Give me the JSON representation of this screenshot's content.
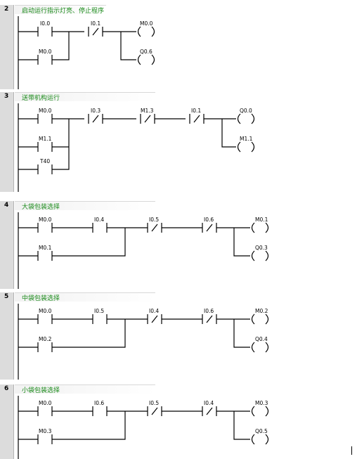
{
  "networks": [
    {
      "number": "2",
      "title": "启动运行指示灯亮、停止程序",
      "contacts": [
        {
          "label": "I0.0",
          "negated": false
        },
        {
          "label": "M0.0",
          "negated": false
        },
        {
          "label": "I0.1",
          "negated": true
        }
      ],
      "coils": [
        {
          "label": "M0.0"
        },
        {
          "label": "Q0.6"
        }
      ]
    },
    {
      "number": "3",
      "title": "送带机构运行",
      "contacts": [
        {
          "label": "M0.0",
          "negated": false
        },
        {
          "label": "M1.1",
          "negated": false
        },
        {
          "label": "T40",
          "negated": false
        },
        {
          "label": "I0.3",
          "negated": true
        },
        {
          "label": "M1.3",
          "negated": true
        },
        {
          "label": "I0.1",
          "negated": true
        }
      ],
      "coils": [
        {
          "label": "Q0.0"
        },
        {
          "label": "M1.1"
        }
      ]
    },
    {
      "number": "4",
      "title": "大袋包装选择",
      "contacts": [
        {
          "label": "M0.0",
          "negated": false
        },
        {
          "label": "I0.4",
          "negated": false
        },
        {
          "label": "M0.1",
          "negated": false
        },
        {
          "label": "I0.5",
          "negated": true
        },
        {
          "label": "I0.6",
          "negated": true
        }
      ],
      "coils": [
        {
          "label": "M0.1"
        },
        {
          "label": "Q0.3"
        }
      ]
    },
    {
      "number": "5",
      "title": "中袋包装选择",
      "contacts": [
        {
          "label": "M0.0",
          "negated": false
        },
        {
          "label": "I0.5",
          "negated": false
        },
        {
          "label": "M0.2",
          "negated": false
        },
        {
          "label": "I0.4",
          "negated": true
        },
        {
          "label": "I0.6",
          "negated": true
        }
      ],
      "coils": [
        {
          "label": "M0.2"
        },
        {
          "label": "Q0.4"
        }
      ]
    },
    {
      "number": "6",
      "title": "小袋包装选择",
      "contacts": [
        {
          "label": "M0.0",
          "negated": false
        },
        {
          "label": "I0.6",
          "negated": false
        },
        {
          "label": "M0.3",
          "negated": false
        },
        {
          "label": "I0.5",
          "negated": true
        },
        {
          "label": "I0.4",
          "negated": true
        }
      ],
      "coils": [
        {
          "label": "M0.3"
        },
        {
          "label": "Q0.5"
        }
      ]
    }
  ]
}
